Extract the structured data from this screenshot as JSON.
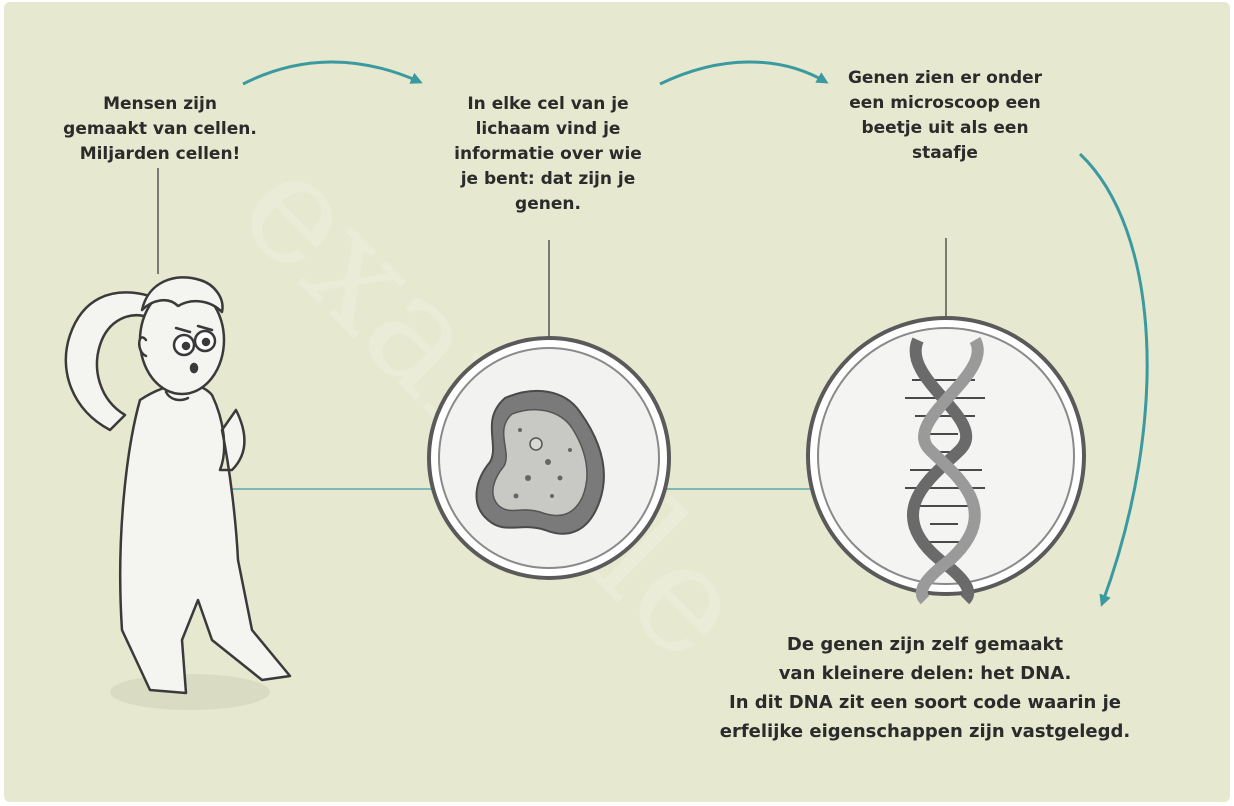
{
  "captions": {
    "humans": [
      "Mensen zijn",
      "gemaakt van cellen.",
      "Miljarden cellen!"
    ],
    "cell": [
      "In elke cel van je",
      "lichaam vind je",
      "informatie over wie",
      "je bent: dat zijn je",
      "genen."
    ],
    "genes": [
      "Genen zien er onder",
      "een microscoop een",
      "beetje uit als een",
      "staafje"
    ],
    "dna": [
      "De genen zijn zelf gemaakt",
      "van kleinere delen: het DNA.",
      "In dit DNA zit een soort code waarin je",
      "erfelijke eigenschappen zijn vastgelegd."
    ]
  },
  "watermark": "example",
  "colors": {
    "background": "#e6e8cf",
    "arrow": "#3a9aa0",
    "connector": "#7fb8b8",
    "leader": "#555555",
    "text": "#2b2b2b"
  }
}
